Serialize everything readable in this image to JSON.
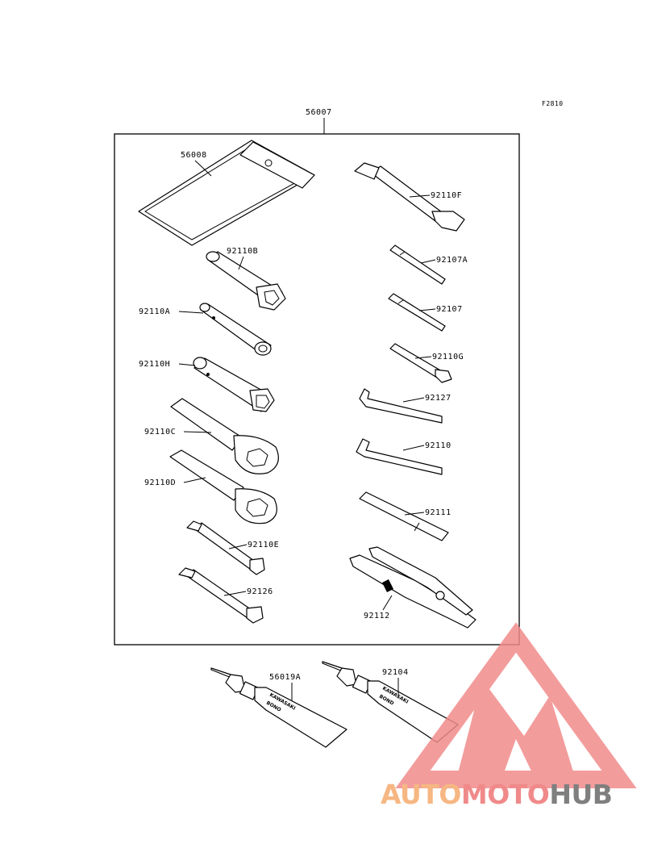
{
  "figure_ref": "F2810",
  "kit_label": "56007",
  "parts": {
    "p56008": "56008",
    "p92110F": "92110F",
    "p92110B": "92110B",
    "p92107A": "92107A",
    "p92110A": "92110A",
    "p92107": "92107",
    "p92110G": "92110G",
    "p92110H": "92110H",
    "p92127": "92127",
    "p92110C": "92110C",
    "p92110": "92110",
    "p92110D": "92110D",
    "p92111": "92111",
    "p92110E": "92110E",
    "p92126": "92126",
    "p92112": "92112",
    "p56019A": "56019A",
    "p92104": "92104"
  },
  "tube_print": {
    "brand": "KAWASAKI",
    "left_product": "BONO",
    "right_product": "BOND"
  },
  "watermark": {
    "auto": "AUTO",
    "moto": "MOTO",
    "hub": "HUB",
    "colors": {
      "auto": "#f6b783",
      "moto": "#f08a8a",
      "hub": "#7f7f7f",
      "logo": "#f18b8b"
    }
  }
}
